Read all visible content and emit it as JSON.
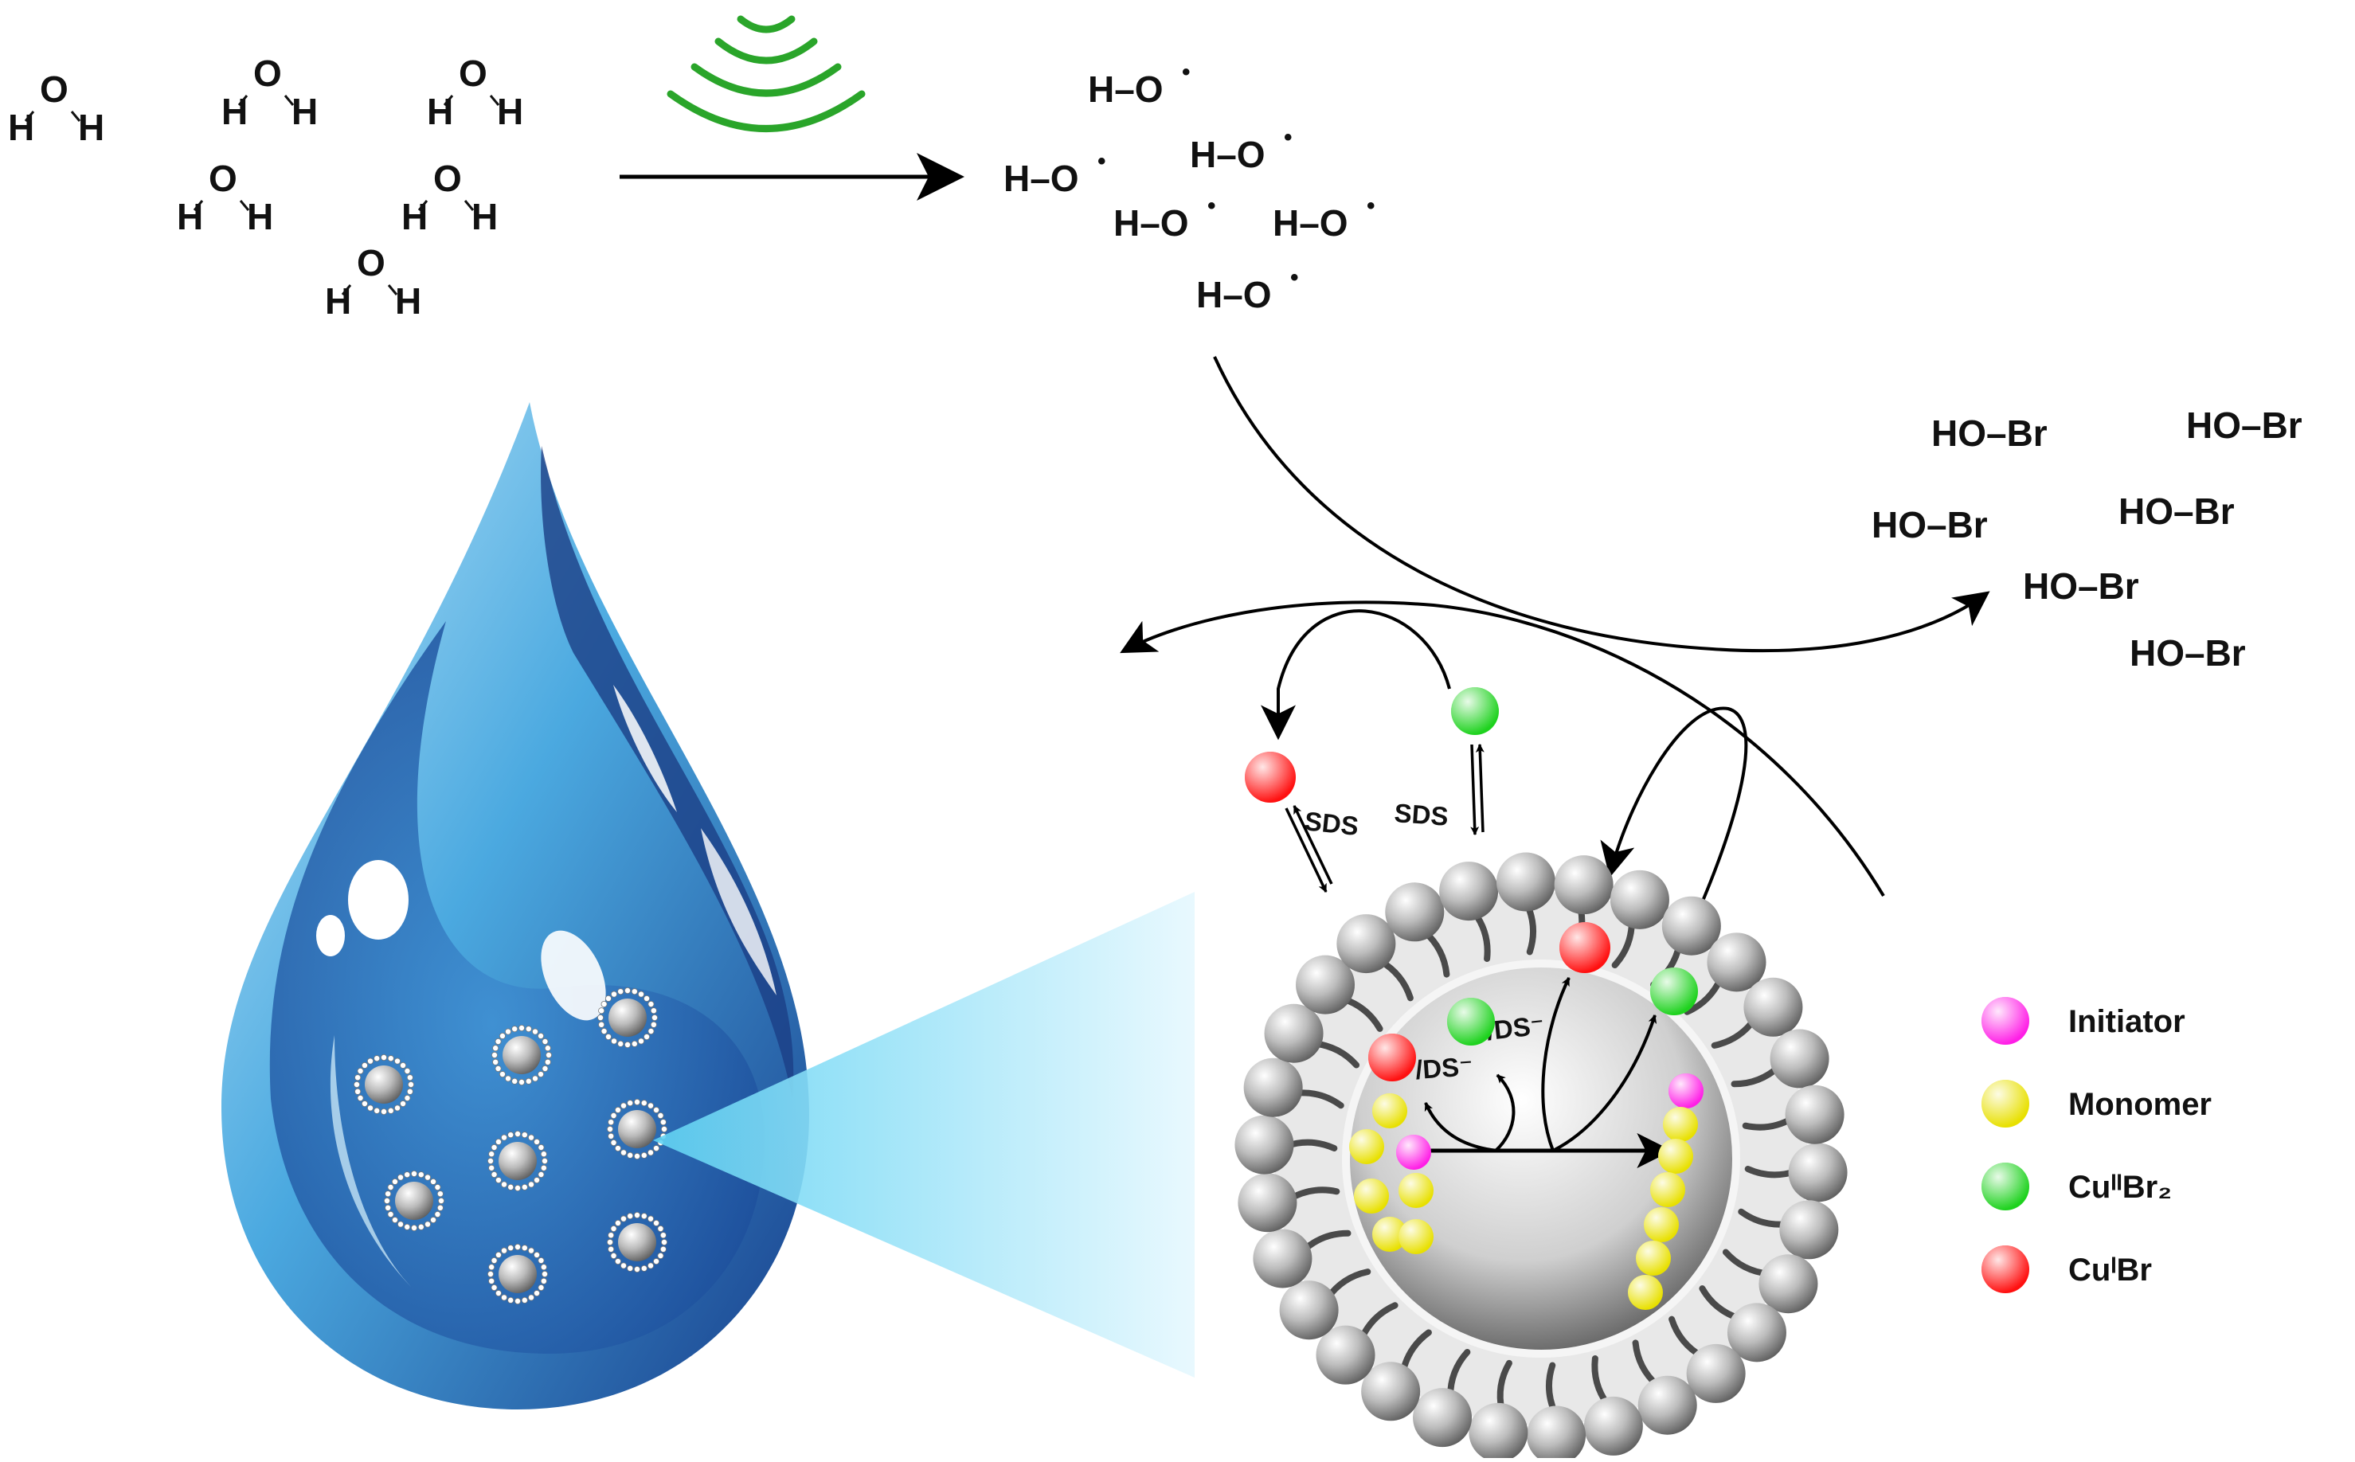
{
  "water_molecules": [
    {
      "o": "O",
      "h": "H"
    },
    {
      "o": "O",
      "h": "H"
    },
    {
      "o": "O",
      "h": "H"
    },
    {
      "o": "O",
      "h": "H"
    },
    {
      "o": "O",
      "h": "H"
    },
    {
      "o": "O",
      "h": "H"
    }
  ],
  "radical_label": "H–O",
  "radical_dot": "•",
  "hobr_label": "HO–Br",
  "sds_label": "SDS",
  "ds_label": "/DS⁻",
  "legend": [
    {
      "label": "Initiator",
      "color": "#ff1ee6"
    },
    {
      "label": "Monomer",
      "color": "#e8e000"
    },
    {
      "label": "CuᴵᴵBr₂",
      "color": "#1ed21e"
    },
    {
      "label": "CuᴵBr",
      "color": "#ff1010"
    }
  ],
  "colors": {
    "ultrasound": "#2aa52a",
    "drop_dark": "#1e4f9e",
    "drop_light": "#8fd3f3",
    "beam": "#7adcf6",
    "particle": "#9a9a9a",
    "surfactant_head": "#bdbdbd"
  },
  "icons": [
    "ultrasound-waves-icon",
    "water-droplet-icon",
    "micelle-particle-icon"
  ]
}
